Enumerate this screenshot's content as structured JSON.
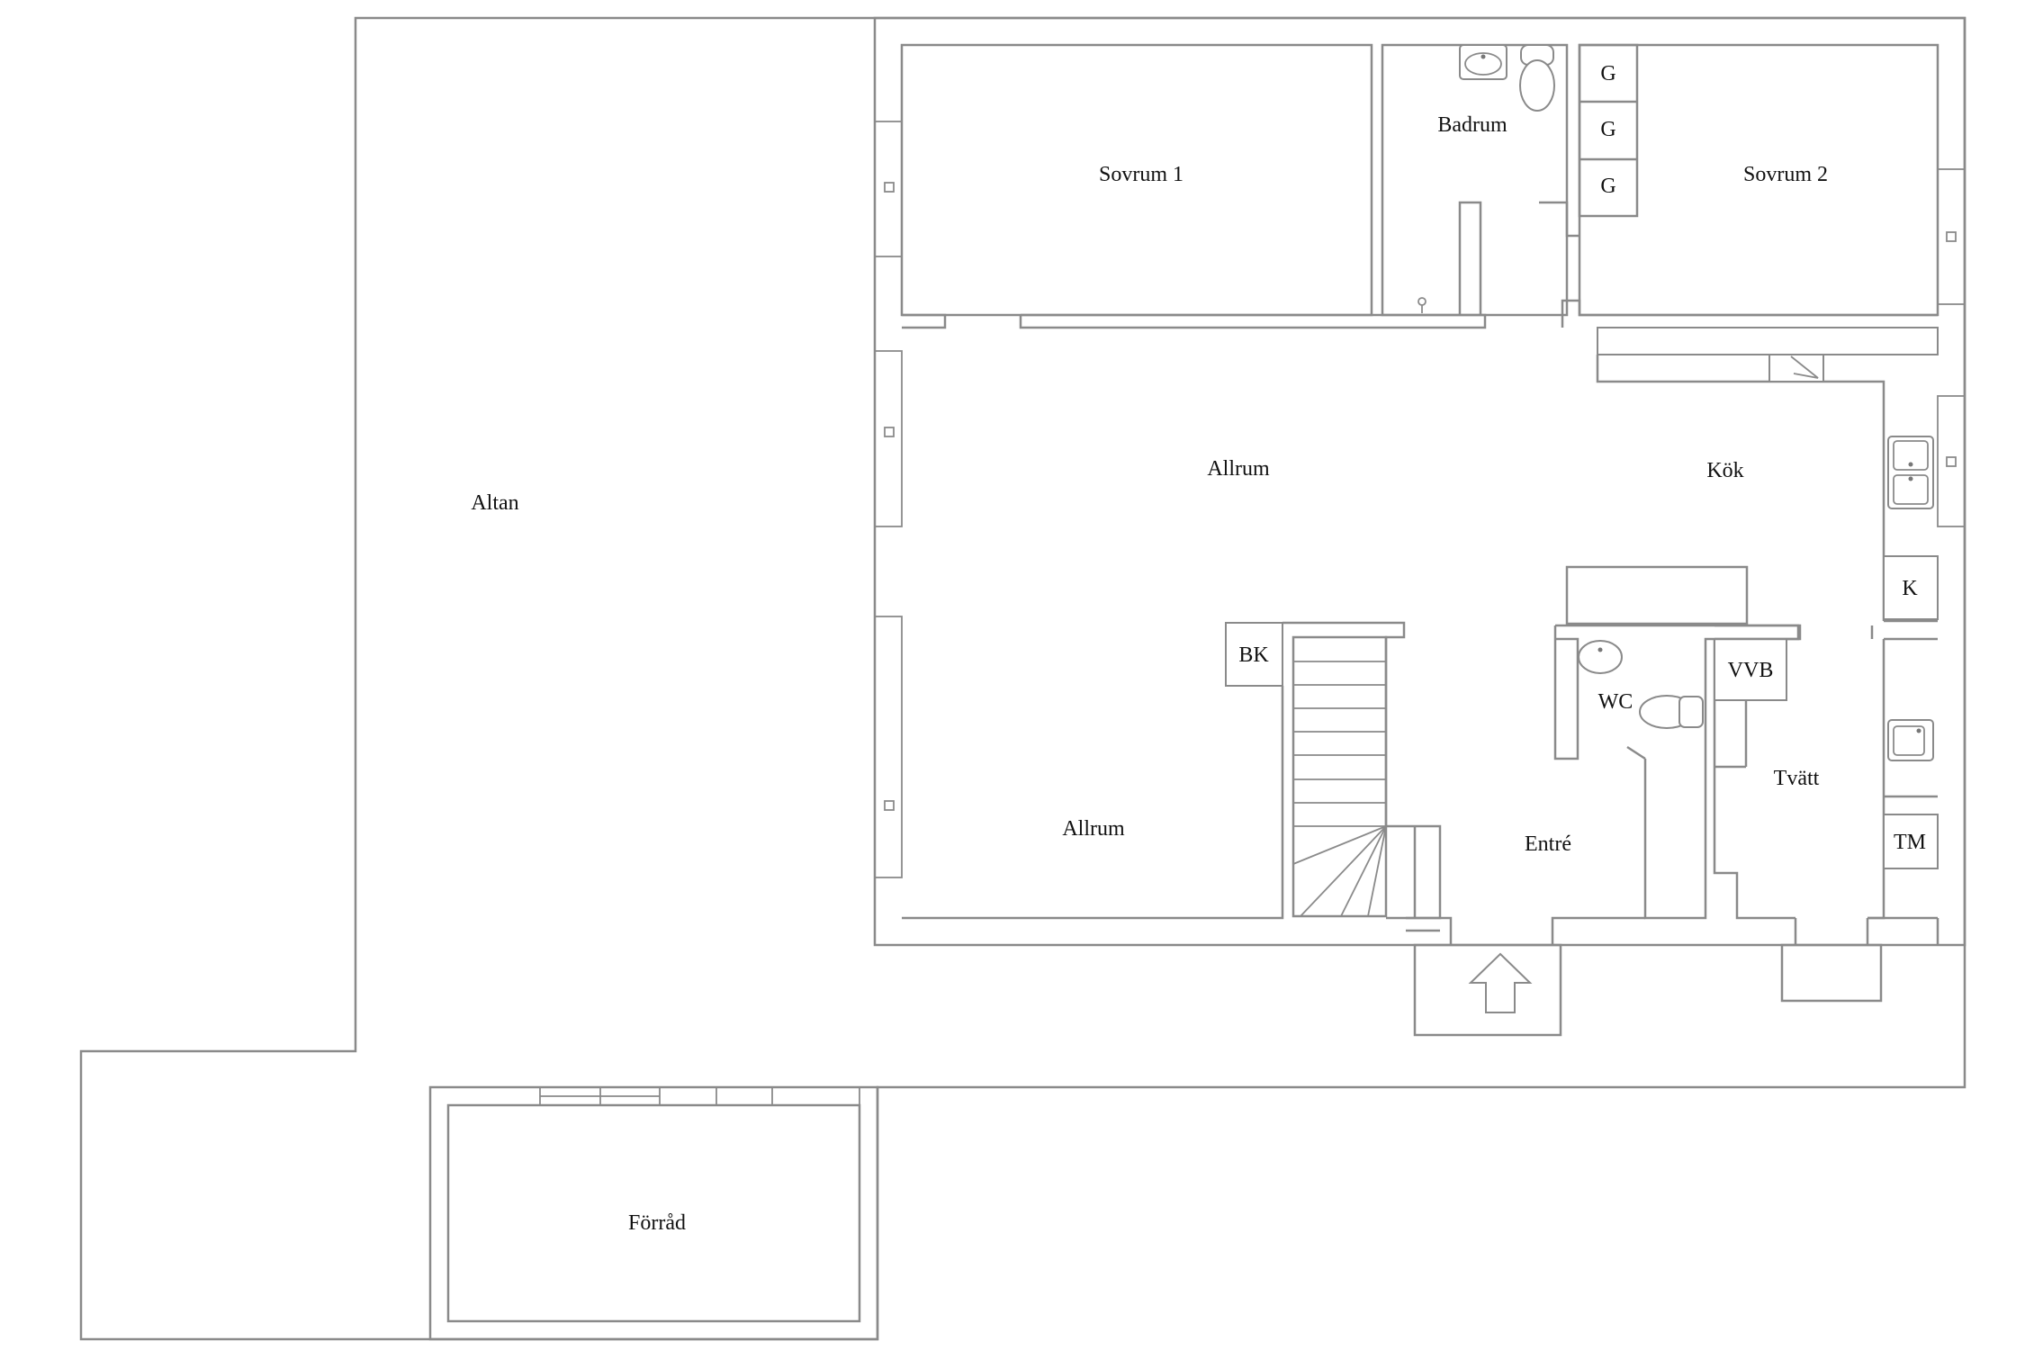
{
  "rooms": {
    "altan": "Altan",
    "sovrum1": "Sovrum 1",
    "badrum": "Badrum",
    "sovrum2": "Sovrum 2",
    "allrum_upper": "Allrum",
    "kok": "Kök",
    "allrum_lower": "Allrum",
    "entre": "Entré",
    "wc": "WC",
    "tvatt": "Tvätt",
    "forrad": "Förråd"
  },
  "fixtures": {
    "closet1": "G",
    "closet2": "G",
    "closet3": "G",
    "k": "K",
    "bk": "BK",
    "vvb": "VVB",
    "tm": "TM"
  },
  "colors": {
    "wall": "#8a8a8a",
    "text": "#111111",
    "background": "#ffffff"
  },
  "icons": [
    "entrance-arrow-icon",
    "sink-icon",
    "toilet-icon",
    "shower-drain-icon",
    "double-sink-icon",
    "stove-hood-icon"
  ]
}
